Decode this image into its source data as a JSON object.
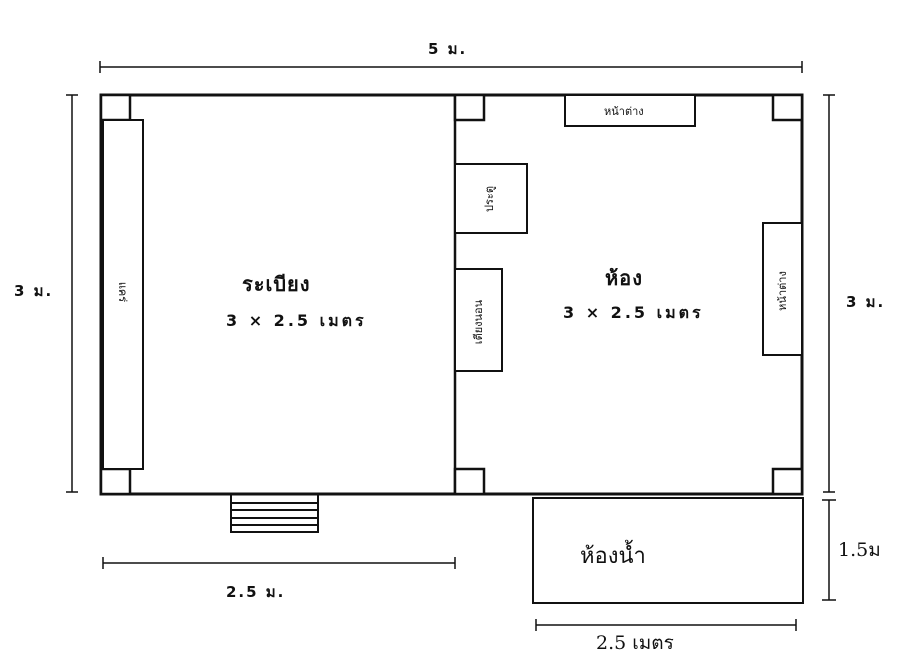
{
  "dimensions": {
    "top_total": "5 ม.",
    "left_height": "3 ม.",
    "right_height": "3 ม.",
    "bottom_left": "2.5 ม.",
    "bathroom_height": "1.5ม",
    "bathroom_width": "2.5 เมตร"
  },
  "rooms": {
    "veranda": {
      "name": "ระเบียง",
      "size": "3 × 2.5 เมตร"
    },
    "room": {
      "name": "ห้อง",
      "size": "3 × 2.5 เมตร"
    },
    "bathroom": {
      "name": "ห้องน้ำ"
    }
  },
  "furniture": {
    "bench": "แคร่",
    "window_top": "หน้าต่าง",
    "window_right": "หน้าต่าง",
    "door": "ประตู",
    "sofa_bed": "เตียงนอน"
  }
}
